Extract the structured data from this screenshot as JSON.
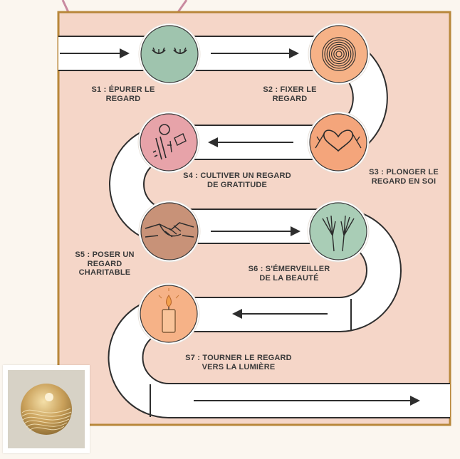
{
  "colors": {
    "background": "#fbf6ef",
    "panel": "#f5d6c8",
    "panel_border": "#b8873a",
    "road": "#ffffff",
    "road_edge": "#2e2e2e",
    "arrow": "#2e2e2e",
    "top_string": "#c98aa0",
    "step_colors": [
      "#9fc4ae",
      "#f6b287",
      "#f4a57b",
      "#e7a3a9",
      "#c89278",
      "#a9cdb6",
      "#f6b287"
    ]
  },
  "steps": [
    {
      "id": "S1",
      "label_lines": [
        "S1 : ÉPURER LE",
        "REGARD"
      ],
      "icon": "closed-eyes-icon"
    },
    {
      "id": "S2",
      "label_lines": [
        "S2 : FIXER LE",
        "REGARD"
      ],
      "icon": "concentric-circles-icon"
    },
    {
      "id": "S3",
      "label_lines": [
        "S3 : PLONGER LE",
        "REGARD EN SOI"
      ],
      "icon": "heart-hands-icon"
    },
    {
      "id": "S4",
      "label_lines": [
        "S4 : CULTIVER UN REGARD",
        "DE GRATITUDE"
      ],
      "icon": "keys-icon"
    },
    {
      "id": "S5",
      "label_lines": [
        "S5 : POSER UN",
        "REGARD",
        "CHARITABLE"
      ],
      "icon": "handshake-icon"
    },
    {
      "id": "S6",
      "label_lines": [
        "S6 : S'ÉMERVEILLER",
        "DE LA BEAUTÉ"
      ],
      "icon": "open-hands-icon"
    },
    {
      "id": "S7",
      "label_lines": [
        "S7 : TOURNER LE REGARD",
        "VERS LA LUMIÈRE"
      ],
      "icon": "candle-icon"
    }
  ],
  "logo": {
    "icon": "golden-sun-waves-logo-icon"
  }
}
